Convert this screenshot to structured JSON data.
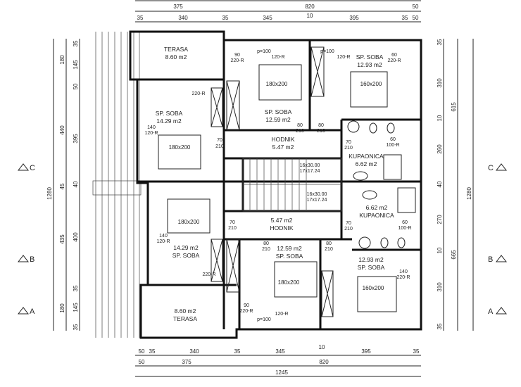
{
  "rooms": {
    "terasa_top": {
      "name": "TERASA",
      "area": "8.60  m2"
    },
    "bedroom_tl": {
      "name": "SP.  SOBA",
      "area": "14.29  m2"
    },
    "bedroom_tm": {
      "name": "SP.  SOBA",
      "area": "12.59  m2"
    },
    "bedroom_tr": {
      "name": "SP.  SOBA",
      "area": "12.93  m2"
    },
    "hall_top": {
      "name": "HODNIK",
      "area": "5.47  m2"
    },
    "bath_top": {
      "name": "KUPAONICA",
      "area": "6.62  m2"
    },
    "bath_bottom": {
      "name": "KUPAONICA",
      "area": "6.62  m2"
    },
    "hall_bottom": {
      "name": "HODNIK",
      "area": "5.47  m2"
    },
    "bedroom_bl": {
      "name": "SP.  SOBA",
      "area": "14.29  m2"
    },
    "bedroom_bm": {
      "name": "SP.  SOBA",
      "area": "12.59  m2"
    },
    "bedroom_br": {
      "name": "SP.  SOBA",
      "area": "12.93  m2"
    },
    "terasa_bottom": {
      "name": "TERASA",
      "area": "8.60  m2"
    }
  },
  "beds": [
    "180x200",
    "180x200",
    "160x200",
    "180x200",
    "180x200",
    "160x200"
  ],
  "stairs": [
    {
      "line1": "16x30.00",
      "line2": "17x17.24"
    },
    {
      "line1": "16x30.00",
      "line2": "17x17.24"
    }
  ],
  "doors": [
    {
      "w": "90",
      "h": "220-R"
    },
    {
      "w": "",
      "h": "220-R"
    },
    {
      "w": "140",
      "h": "120-R"
    },
    {
      "w": "70",
      "h": "210"
    },
    {
      "w": "p=100",
      "h": "120-R"
    },
    {
      "w": "p=100",
      "h": "120-R"
    },
    {
      "w": "60",
      "h": "220-R"
    },
    {
      "w": "80",
      "h": "210"
    },
    {
      "w": "80",
      "h": "210"
    },
    {
      "w": "70",
      "h": "210"
    },
    {
      "w": "60",
      "h": "100-R"
    },
    {
      "w": "70",
      "h": "210"
    },
    {
      "w": "140",
      "h": "120-R"
    },
    {
      "w": "70",
      "h": "210"
    },
    {
      "w": "60",
      "h": "100-R"
    },
    {
      "w": "80",
      "h": "210"
    },
    {
      "w": "80",
      "h": "210"
    },
    {
      "w": "140",
      "h": "220-R"
    },
    {
      "w": "",
      "h": "220-R"
    },
    {
      "w": "90",
      "h": "220-R"
    },
    {
      "w": "p=100",
      "h": "120-R"
    }
  ],
  "dimensions": {
    "top_row1": [
      "375",
      "820",
      "50"
    ],
    "top_row2": [
      "35",
      "340",
      "35",
      "345",
      "10",
      "395",
      "35",
      "50"
    ],
    "bottom_row1": [
      "50",
      "35",
      "340",
      "35",
      "345",
      "10",
      "395",
      "35"
    ],
    "bottom_row2": [
      "50",
      "375",
      "820"
    ],
    "bottom_total": "1245",
    "left_total": "1280",
    "left_mid": [
      "180",
      "440",
      "45",
      "435",
      "180"
    ],
    "left_inner": [
      "35",
      "145",
      "50",
      "395",
      "40",
      "400",
      "35",
      "145",
      "35"
    ],
    "right_inner": [
      "35",
      "310",
      "10",
      "260",
      "40",
      "270",
      "10",
      "310",
      "35"
    ],
    "right_mid": [
      "615",
      "665"
    ],
    "right_total": "1280"
  },
  "sections": {
    "c": "C",
    "b": "B",
    "a": "A"
  }
}
